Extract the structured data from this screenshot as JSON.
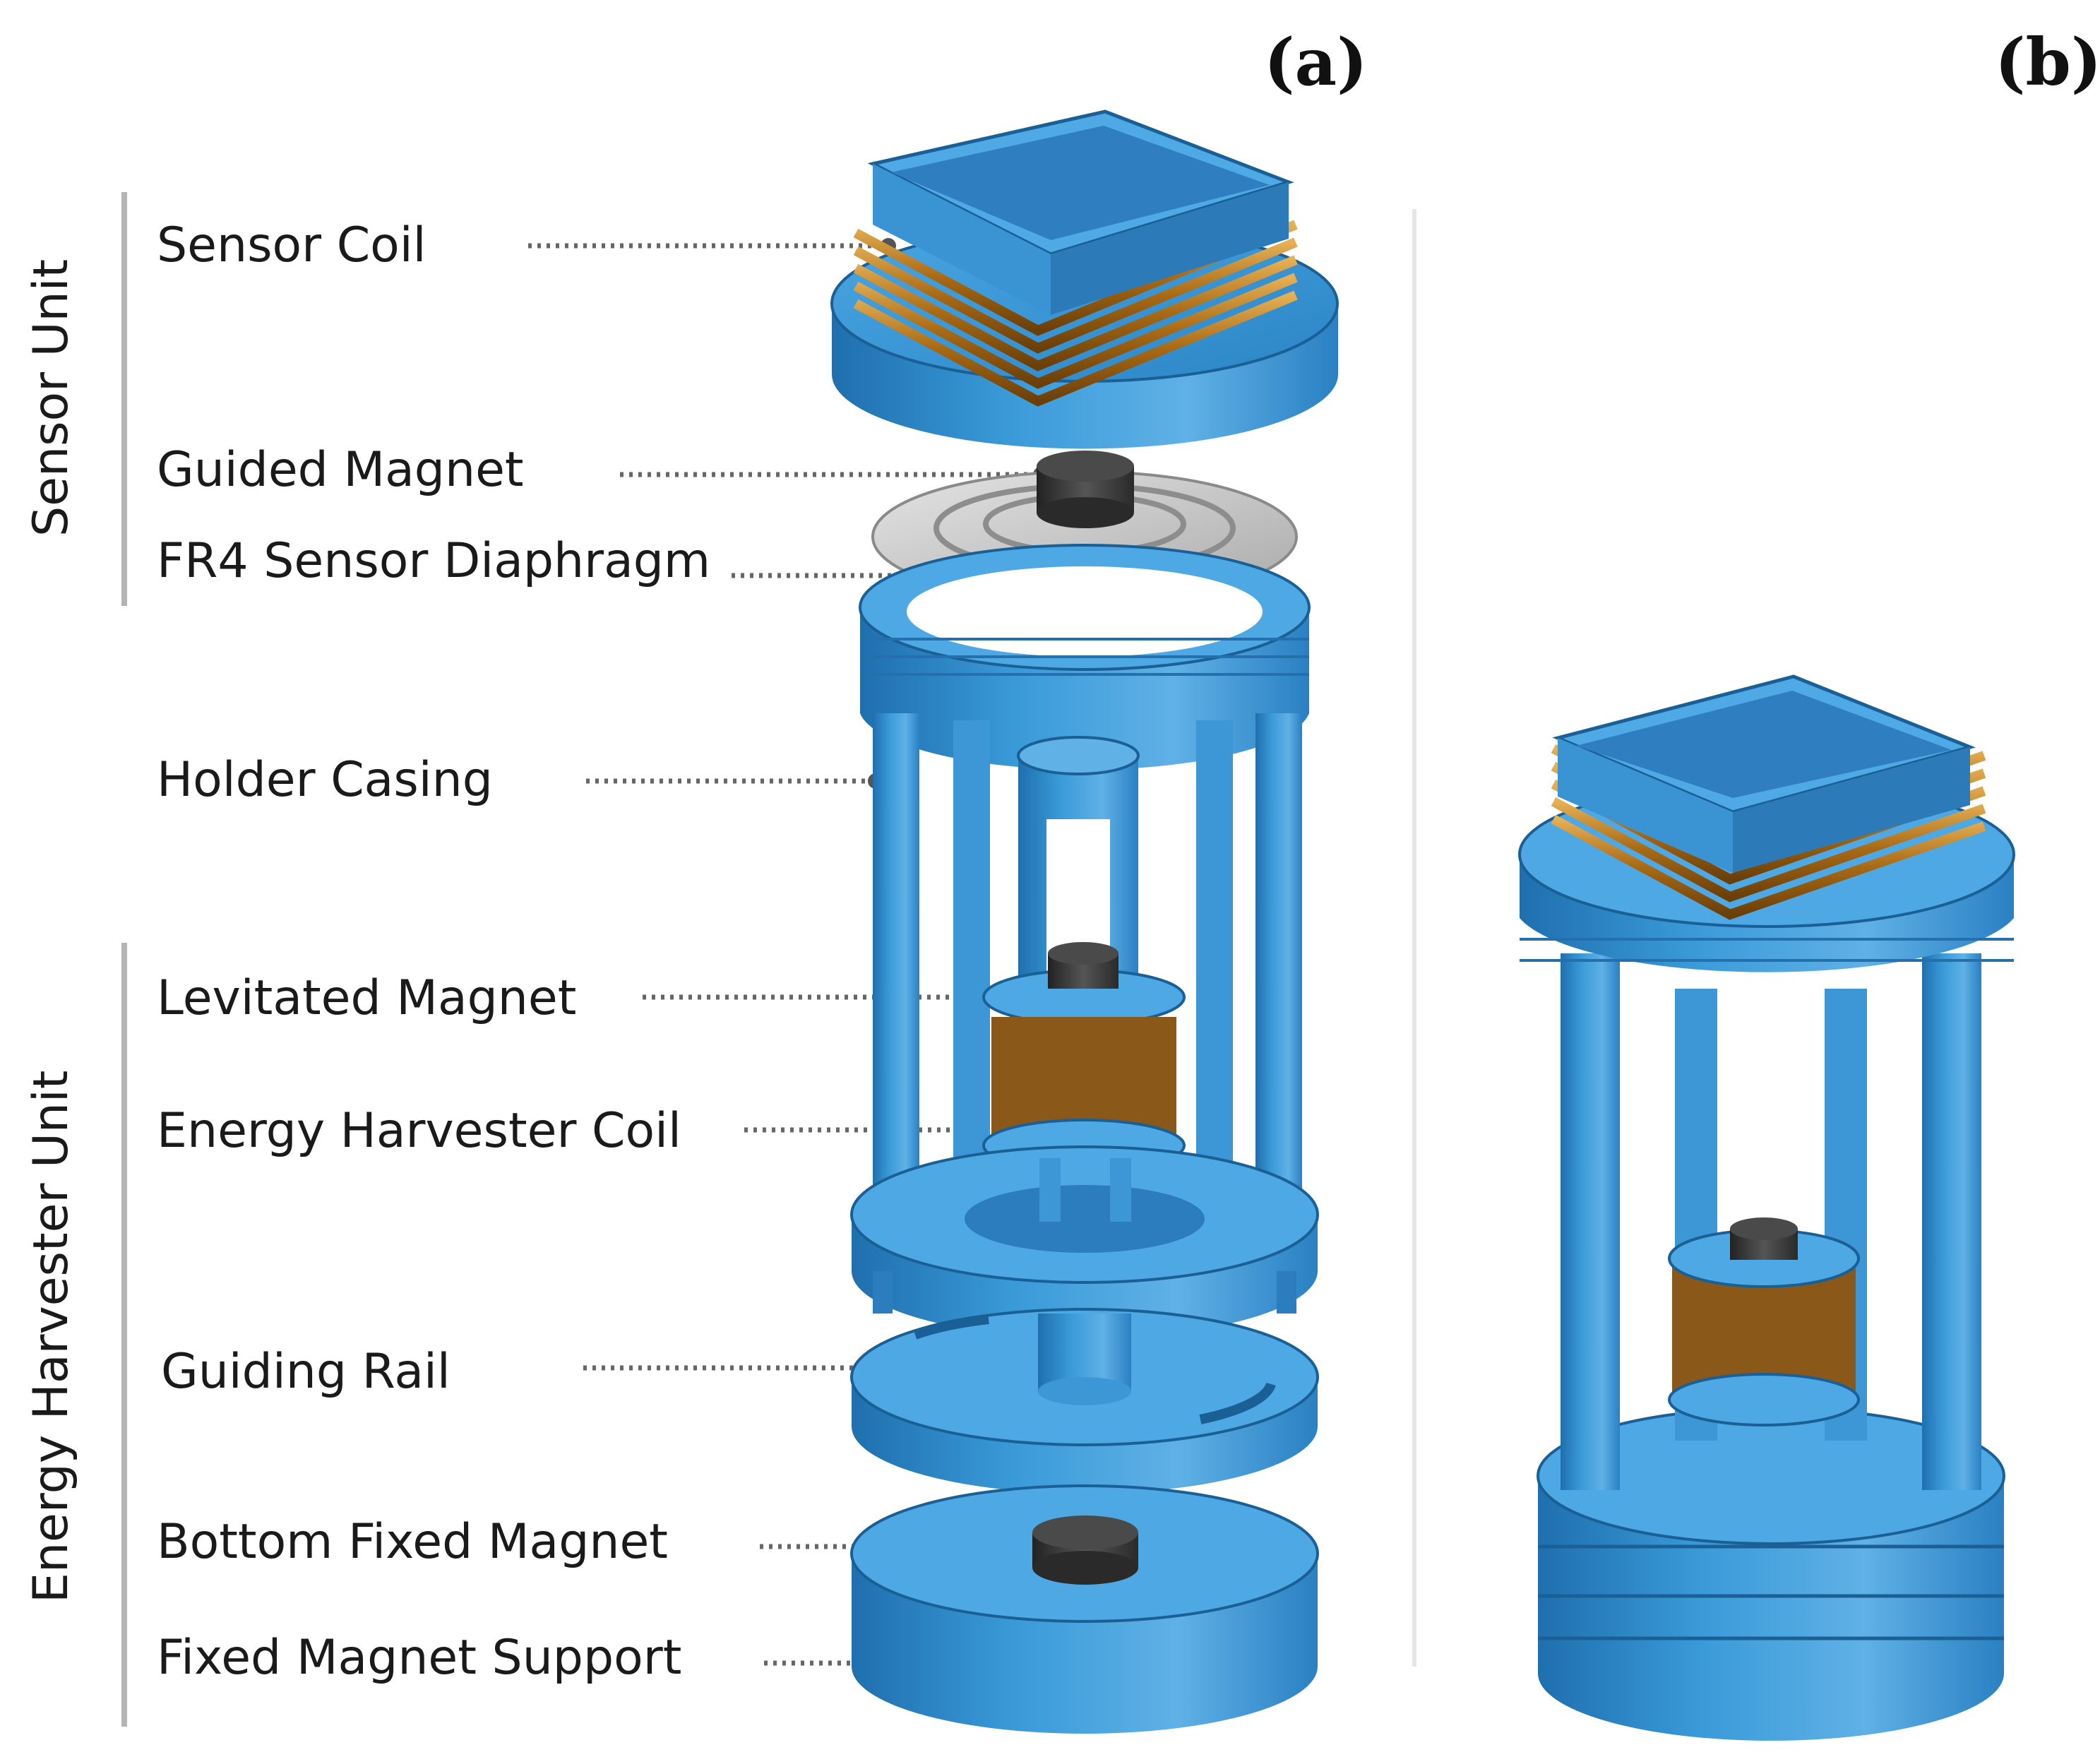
{
  "panels": {
    "a": "(a)",
    "b": "(b)"
  },
  "groups": {
    "sensor_unit": "Sensor Unit",
    "energy_harvester_unit": "Energy Harvester Unit"
  },
  "components": [
    {
      "id": "sensor-coil",
      "label": "Sensor Coil"
    },
    {
      "id": "guided-magnet",
      "label": "Guided Magnet"
    },
    {
      "id": "fr4-sensor-diaphragm",
      "label": "FR4 Sensor Diaphragm"
    },
    {
      "id": "holder-casing",
      "label": "Holder Casing"
    },
    {
      "id": "levitated-magnet",
      "label": "Levitated Magnet"
    },
    {
      "id": "energy-harvester-coil",
      "label": "Energy Harvester Coil"
    },
    {
      "id": "guiding-rail",
      "label": "Guiding Rail"
    },
    {
      "id": "bottom-fixed-magnet",
      "label": "Bottom Fixed Magnet"
    },
    {
      "id": "fixed-magnet-support",
      "label": "Fixed Magnet Support"
    }
  ],
  "colors": {
    "body_blue": "#2f8fd0",
    "body_blue_dark": "#1f6fae",
    "body_blue_light": "#5fb1e6",
    "coil_copper": "#c88a2a",
    "magnet": "#3a3a3a",
    "diaphragm": "#c9c9c9",
    "bracket": "#b5b5b5"
  }
}
